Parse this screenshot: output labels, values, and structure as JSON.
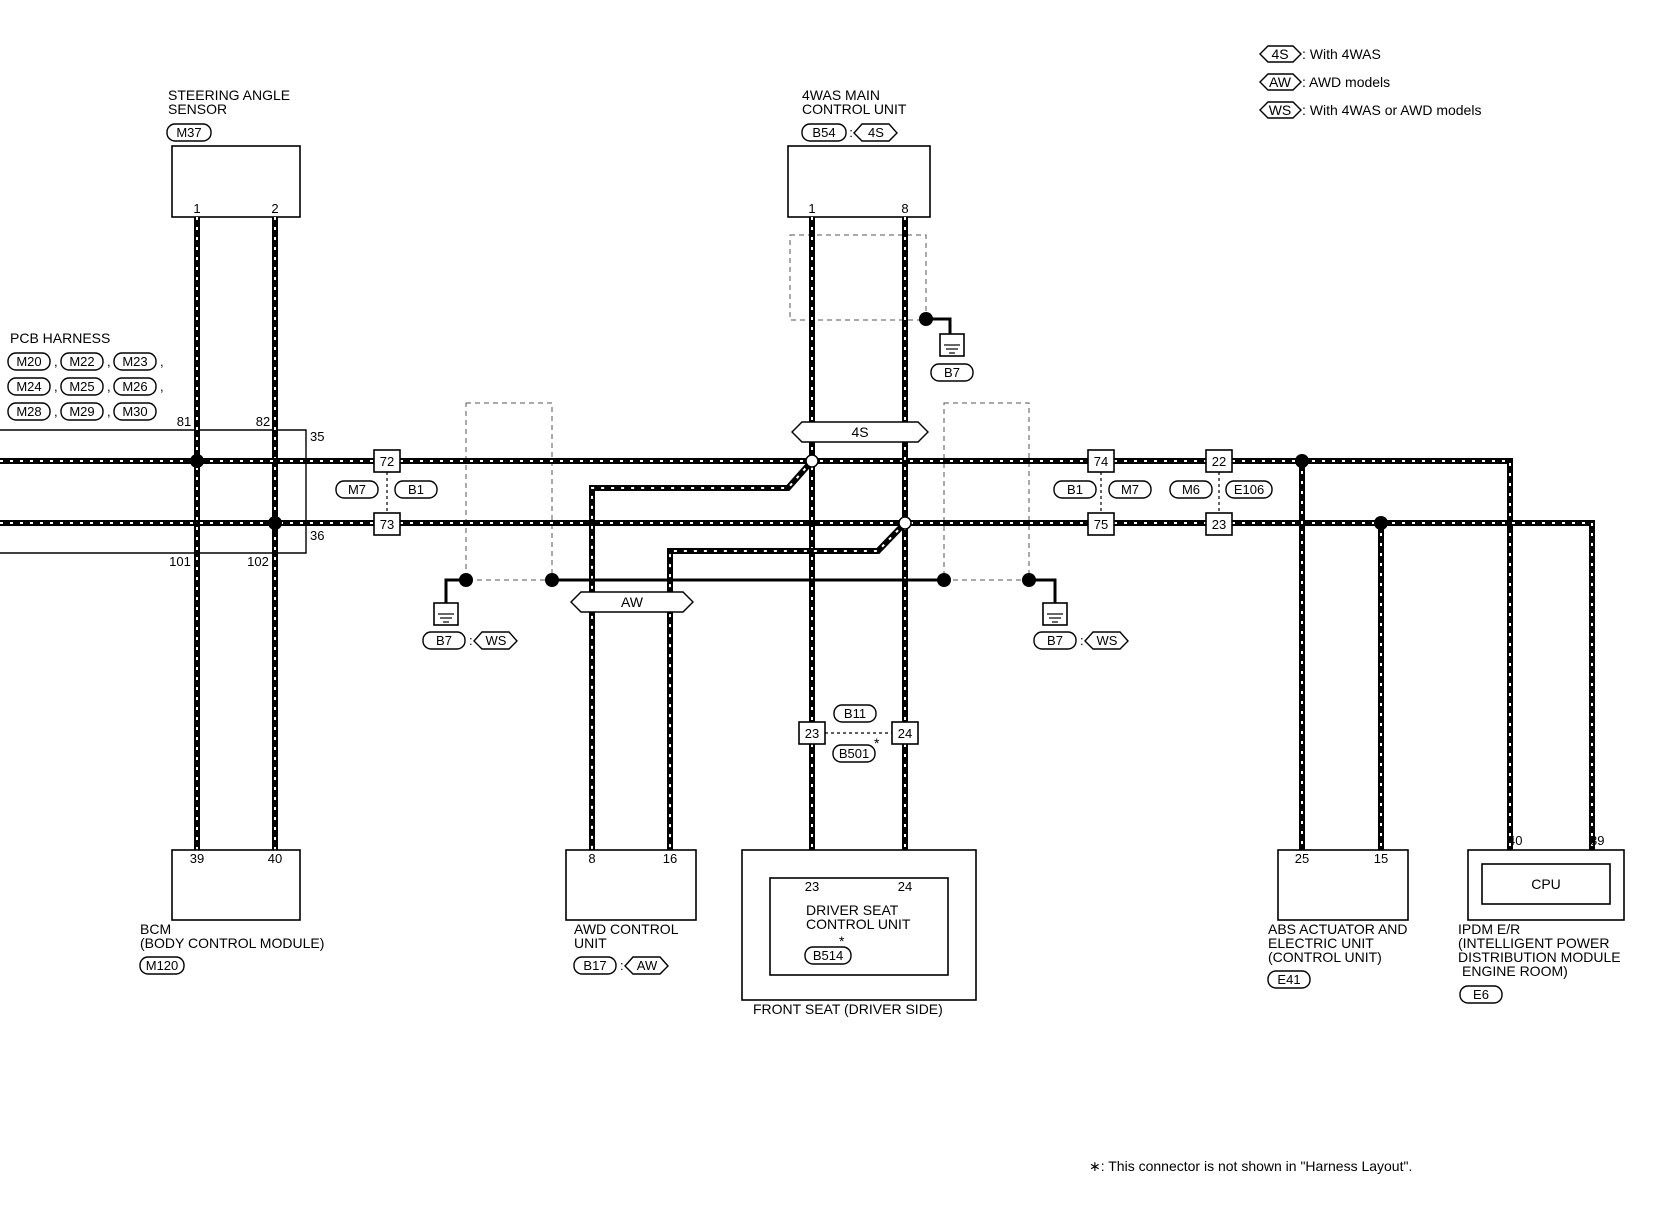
{
  "legend": [
    {
      "tag": "4S",
      "desc": ": With 4WAS"
    },
    {
      "tag": "AW",
      "desc": ": AWD models"
    },
    {
      "tag": "WS",
      "desc": ": With 4WAS or AWD models"
    }
  ],
  "components": {
    "steering_angle_sensor": {
      "line1": "STEERING ANGLE",
      "line2": "SENSOR",
      "connector": "M37",
      "pins": [
        "1",
        "2"
      ]
    },
    "main_control_unit": {
      "line1": "4WAS MAIN",
      "line2": "CONTROL UNIT",
      "connector": "B54",
      "tag": "4S",
      "pins": [
        "1",
        "8"
      ]
    },
    "pcb_harness": {
      "title": "PCB HARNESS",
      "connectors": [
        "M20",
        "M22",
        "M23",
        "M24",
        "M25",
        "M26",
        "M28",
        "M29",
        "M30"
      ],
      "pins_top": [
        "81",
        "82"
      ],
      "pins_bottom": [
        "101",
        "102"
      ],
      "pins_right": [
        "35",
        "36"
      ]
    },
    "bcm": {
      "line1": "BCM",
      "line2": "(BODY CONTROL MODULE)",
      "connector": "M120",
      "pins": [
        "39",
        "40"
      ]
    },
    "awd_control_unit": {
      "line1": "AWD CONTROL",
      "line2": "UNIT",
      "connector": "B17",
      "tag": "AW",
      "pins": [
        "8",
        "16"
      ]
    },
    "driver_seat_control_unit": {
      "line1": "DRIVER SEAT",
      "line2": "CONTROL UNIT",
      "connector": "B514",
      "star": "*",
      "pins": [
        "23",
        "24"
      ],
      "outer_label": "FRONT SEAT (DRIVER SIDE)"
    },
    "abs_actuator": {
      "line1": "ABS ACTUATOR AND",
      "line2": "ELECTRIC UNIT",
      "line3": "(CONTROL UNIT)",
      "connector": "E41",
      "pins": [
        "25",
        "15"
      ]
    },
    "ipdm": {
      "line1": "IPDM E/R",
      "line2": "(INTELLIGENT POWER",
      "line3": "DISTRIBUTION MODULE",
      "line4": "ENGINE ROOM)",
      "connector": "E6",
      "cpu": "CPU",
      "pins": [
        "40",
        "39"
      ]
    }
  },
  "joints": {
    "j1": {
      "top": "72",
      "bottom": "73",
      "conn_left": "M7",
      "conn_right": "B1"
    },
    "j2": {
      "top": "74",
      "bottom": "75",
      "conn_left": "B1",
      "conn_right": "M7"
    },
    "j3": {
      "top": "22",
      "bottom": "23",
      "conn_left": "M6",
      "conn_right": "E106"
    },
    "seat": {
      "left": "23",
      "right": "24",
      "conn_top": "B11",
      "conn_bottom": "B501",
      "star": "*"
    }
  },
  "bars": {
    "bar_4s": "4S",
    "bar_aw": "AW"
  },
  "grounds": {
    "g1": {
      "connector": "B7"
    },
    "g2": {
      "connector": "B7",
      "tag": "WS"
    },
    "g3": {
      "connector": "B7",
      "tag": "WS"
    }
  },
  "footnote": "∗: This connector is not shown in \"Harness Layout\"."
}
